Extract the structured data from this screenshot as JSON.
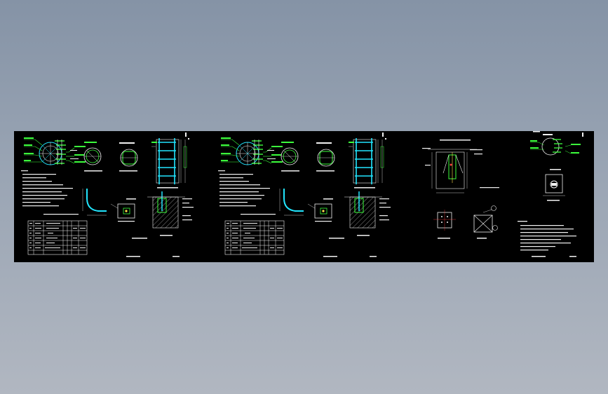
{
  "viewport": {
    "background_top": "#8593a6",
    "background_bottom": "#b1b7c1",
    "sheet_background": "#000000"
  },
  "colors": {
    "green": "#3cff3c",
    "cyan": "#22e6ff",
    "white": "#f2f2f2",
    "red": "#ff4040",
    "yellow": "#ffe14a"
  },
  "panels": [
    {
      "id": "sheet-1",
      "content": "rebar-cage-details-with-table"
    },
    {
      "id": "sheet-2",
      "content": "rebar-cage-details-with-table"
    },
    {
      "id": "sheet-3",
      "content": "foundation-section-and-anchor-plate"
    }
  ]
}
